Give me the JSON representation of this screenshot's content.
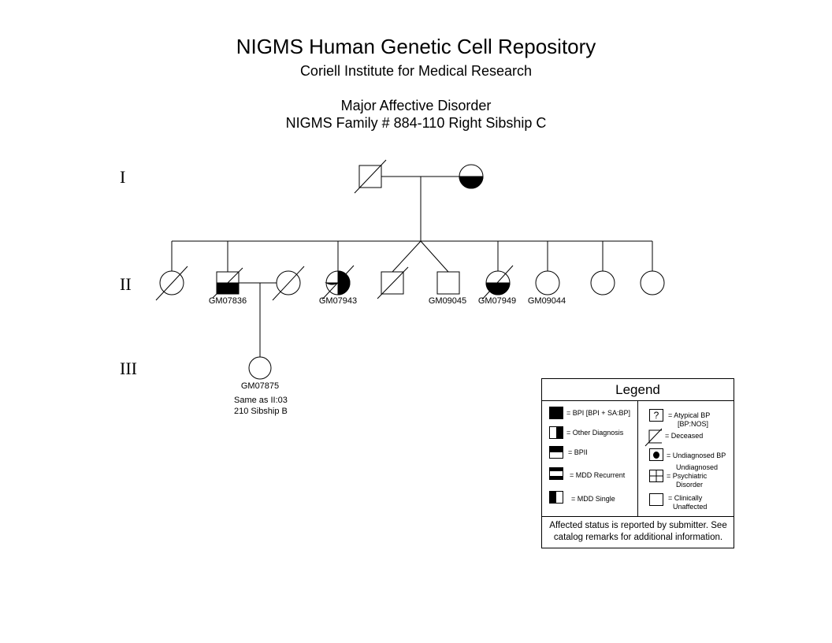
{
  "header": {
    "title": "NIGMS Human Genetic Cell Repository",
    "institute": "Coriell Institute for Medical Research",
    "disorder": "Major Affective Disorder",
    "family": "NIGMS Family # 884-110 Right Sibship C"
  },
  "generations": [
    "I",
    "II",
    "III"
  ],
  "individuals": {
    "ii_2": "GM07836",
    "ii_4": "GM07943",
    "ii_6": "GM09045",
    "ii_7": "GM07949",
    "ii_8": "GM09044",
    "iii_1": "GM07875"
  },
  "note": {
    "line1": "Same as II:03",
    "line2": "210 Sibship B"
  },
  "legend": {
    "title": "Legend",
    "bpi": "= BPI [BPI + SA:BP]",
    "other": "= Other Diagnosis",
    "bpii": "= BPII",
    "mdd_recurrent": "= MDD Recurrent",
    "mdd_single": "= MDD Single",
    "atypical_mark": "?",
    "atypical_1": "=  Atypical BP",
    "atypical_2": "[BP:NOS]",
    "deceased": "= Deceased",
    "undiag_bp": "= Undiagnosed BP",
    "undiag_psych_1": "Undiagnosed",
    "undiag_psych_2": "= Psychiatric",
    "undiag_psych_3": "Disorder",
    "unaffected_1": "= Clinically",
    "unaffected_2": "Unaffected",
    "footer_1": "Affected status is reported by submitter. See",
    "footer_2": "catalog remarks for additional information."
  }
}
